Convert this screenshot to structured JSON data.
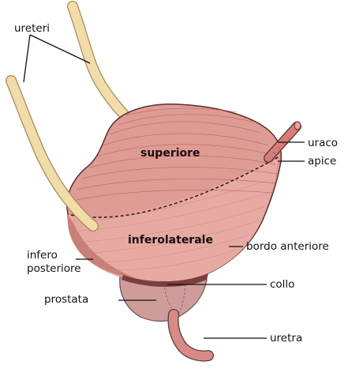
{
  "labels": {
    "ureteri": "ureteri",
    "superiore": "superiore",
    "uraco": "uraco",
    "apice": "apice",
    "inferolaterale": "inferolaterale",
    "bordo_anteriore": "bordo anteriore",
    "infero": "infero",
    "posteriore": "posteriore",
    "collo": "collo",
    "prostata": "prostata",
    "uretra": "uretra"
  },
  "colors": {
    "muscle_main": "#df9c95",
    "muscle_dark": "#c97a72",
    "muscle_light": "#edb5ad",
    "ureter": "#f2dca9",
    "prostate": "#cf9c9c",
    "urethra": "#d98a86"
  }
}
